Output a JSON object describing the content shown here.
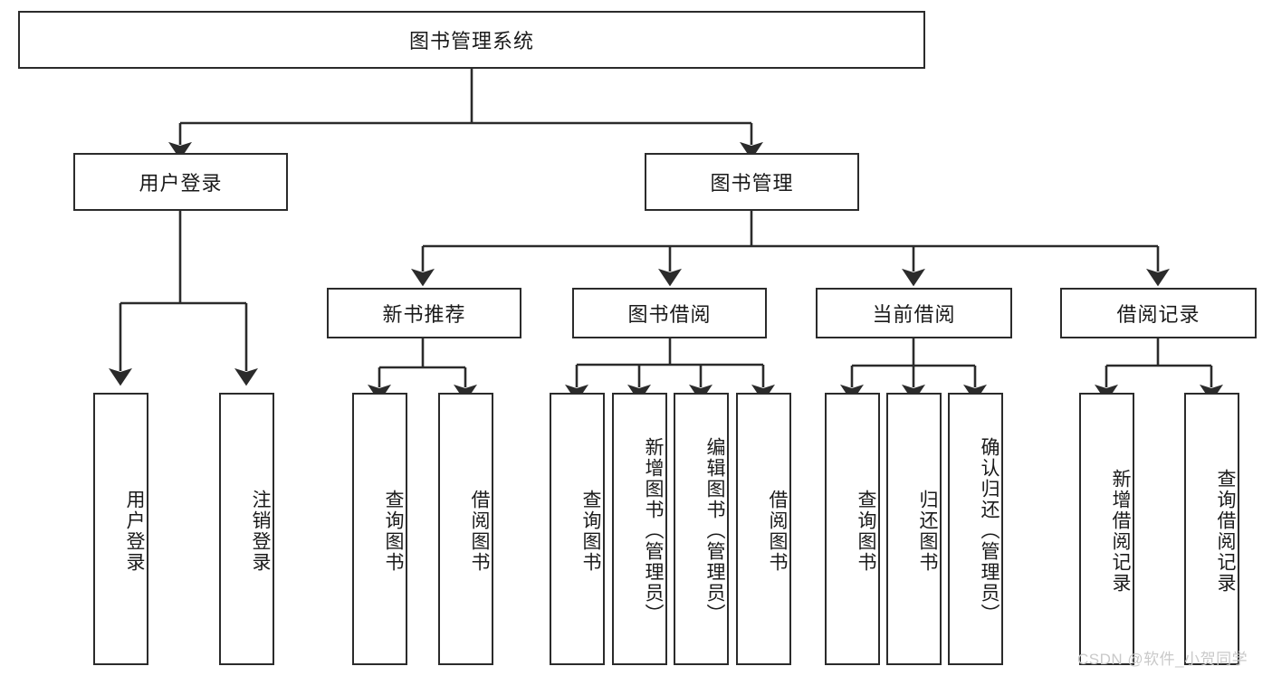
{
  "diagram": {
    "title_node": {
      "label": "图书管理系统"
    },
    "level2": [
      {
        "id": "user-login",
        "label": "用户登录"
      },
      {
        "id": "book-management",
        "label": "图书管理"
      }
    ],
    "level3": [
      {
        "id": "new-book-recommend",
        "label": "新书推荐"
      },
      {
        "id": "book-borrow",
        "label": "图书借阅"
      },
      {
        "id": "current-borrow",
        "label": "当前借阅"
      },
      {
        "id": "borrow-record",
        "label": "借阅记录"
      }
    ],
    "leaves": {
      "user_login": [
        {
          "id": "leaf-user-login",
          "label": "用户登录"
        },
        {
          "id": "leaf-logout",
          "label": "注销登录"
        }
      ],
      "new_book_recommend": [
        {
          "id": "leaf-query-book-1",
          "label": "查询图书"
        },
        {
          "id": "leaf-borrow-book-1",
          "label": "借阅图书"
        }
      ],
      "book_borrow": [
        {
          "id": "leaf-query-book-2",
          "label": "查询图书"
        },
        {
          "id": "leaf-add-book",
          "label": "新增图书（管理员）"
        },
        {
          "id": "leaf-edit-book",
          "label": "编辑图书（管理员）"
        },
        {
          "id": "leaf-borrow-book-2",
          "label": "借阅图书"
        }
      ],
      "current_borrow": [
        {
          "id": "leaf-query-book-3",
          "label": "查询图书"
        },
        {
          "id": "leaf-return-book",
          "label": "归还图书"
        },
        {
          "id": "leaf-confirm-return",
          "label": "确认归还（管理员）"
        }
      ],
      "borrow_record": [
        {
          "id": "leaf-add-record",
          "label": "新增借阅记录"
        },
        {
          "id": "leaf-query-record",
          "label": "查询借阅记录"
        }
      ]
    }
  },
  "watermark": {
    "text": "CSDN @软件_小贺同学"
  },
  "colors": {
    "box_border": "#2b2b2b",
    "box_fill": "#ffffff",
    "edge": "#2b2b2b",
    "text": "#1a1a1a",
    "watermark": "#c9c9c9"
  }
}
